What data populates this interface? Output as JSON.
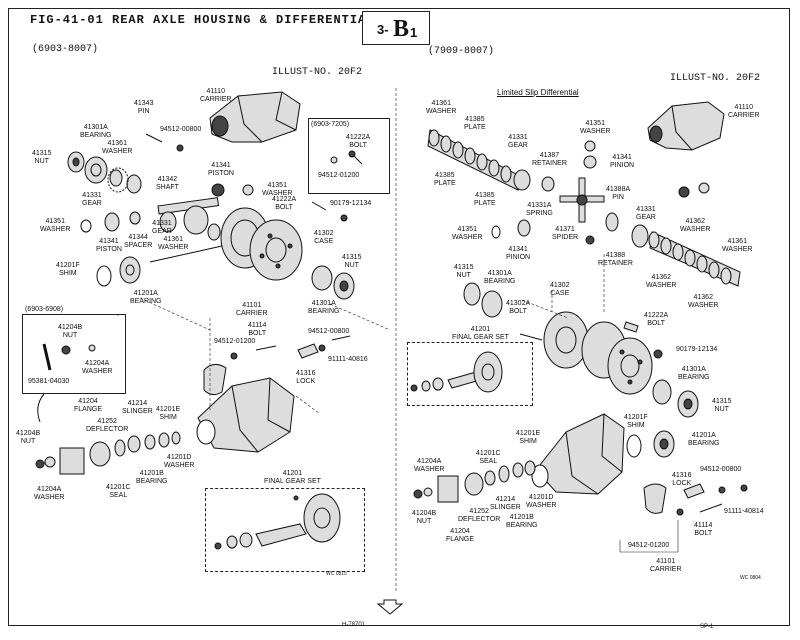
{
  "header": {
    "fig_title": "FIG-41-01 REAR AXLE HOUSING & DIFFERENTIAL",
    "code_prefix": "3-",
    "code_main": "B",
    "code_sub": "1",
    "left_range": "(6903-8007)",
    "right_range": "(7909-8007)",
    "left_illust": "ILLUST-NO. 20F2",
    "right_illust": "ILLUST-NO. 20F2"
  },
  "lsd_title": "Limited Slip Differential",
  "left_parts": [
    {
      "id": "p41343",
      "num": "41343",
      "name": "PIN"
    },
    {
      "id": "p41110",
      "num": "41110",
      "name": "CARRIER"
    },
    {
      "id": "p41301a",
      "num": "41301A",
      "name": "BEARING"
    },
    {
      "id": "p41361",
      "num": "41361",
      "name": "WASHER"
    },
    {
      "id": "p41315",
      "num": "41315",
      "name": "NUT"
    },
    {
      "id": "p94512a",
      "num": "94512-00800",
      "name": ""
    },
    {
      "id": "p41342",
      "num": "41342",
      "name": "SHAFT"
    },
    {
      "id": "p41341",
      "num": "41341",
      "name": "PISTON"
    },
    {
      "id": "p41351",
      "num": "41351",
      "name": "WASHER"
    },
    {
      "id": "p41222a",
      "num": "41222A",
      "name": "BOLT"
    },
    {
      "id": "p90179",
      "num": "90179-12134",
      "name": ""
    },
    {
      "id": "p41331",
      "num": "41331",
      "name": "GEAR"
    },
    {
      "id": "p41331b",
      "num": "41331",
      "name": "GEAR"
    },
    {
      "id": "p41351b",
      "num": "41351",
      "name": "WASHER"
    },
    {
      "id": "p41341b",
      "num": "41341",
      "name": "PISTON"
    },
    {
      "id": "p41344",
      "num": "41344",
      "name": "SPACER"
    },
    {
      "id": "p41361b",
      "num": "41361",
      "name": "WASHER"
    },
    {
      "id": "p41302",
      "num": "41302",
      "name": "CASE"
    },
    {
      "id": "p41201f",
      "num": "41201F",
      "name": "SHIM"
    },
    {
      "id": "p41201a",
      "num": "41201A",
      "name": "BEARING"
    },
    {
      "id": "p41315b",
      "num": "41315",
      "name": "NUT"
    },
    {
      "id": "p41301ab",
      "num": "41301A",
      "name": "BEARING"
    },
    {
      "id": "p41101",
      "num": "41101",
      "name": "CARRIER"
    },
    {
      "id": "p41114",
      "num": "41114",
      "name": "BOLT"
    },
    {
      "id": "p94512b",
      "num": "94512-01200",
      "name": ""
    },
    {
      "id": "p94512c",
      "num": "94512-00800",
      "name": ""
    },
    {
      "id": "p91111",
      "num": "91111-40816",
      "name": ""
    },
    {
      "id": "p41316",
      "num": "41316",
      "name": "LOCK"
    },
    {
      "id": "p41204",
      "num": "41204",
      "name": "FLANGE"
    },
    {
      "id": "p41252",
      "num": "41252",
      "name": "DEFLECTOR"
    },
    {
      "id": "p41214",
      "num": "41214",
      "name": "SLINGER"
    },
    {
      "id": "p41201e",
      "num": "41201E",
      "name": "SHIM"
    },
    {
      "id": "p41201d",
      "num": "41201D",
      "name": "WASHER"
    },
    {
      "id": "p41201b",
      "num": "41201B",
      "name": "BEARING"
    },
    {
      "id": "p41201c",
      "num": "41201C",
      "name": "SEAL"
    },
    {
      "id": "p41204b",
      "num": "41204B",
      "name": "NUT"
    },
    {
      "id": "p41204a",
      "num": "41204A",
      "name": "WASHER"
    },
    {
      "id": "p41201",
      "num": "41201",
      "name": "FINAL GEAR SET"
    }
  ],
  "left_inset_top": {
    "range": "(6903-7205)",
    "parts": [
      {
        "id": "ip41222a",
        "num": "41222A",
        "name": "BOLT"
      },
      {
        "id": "ip94512",
        "num": "94512-01200",
        "name": ""
      }
    ]
  },
  "left_inset_bottom": {
    "range": "(6903-6908)",
    "parts": [
      {
        "id": "bp41204b",
        "num": "41204B",
        "name": "NUT"
      },
      {
        "id": "bp41204a",
        "num": "41204A",
        "name": "WASHER"
      },
      {
        "id": "bp95381",
        "num": "95381-04030",
        "name": ""
      }
    ]
  },
  "right_parts": [
    {
      "id": "r41361",
      "num": "41361",
      "name": "WASHER"
    },
    {
      "id": "r41385",
      "num": "41385",
      "name": "PLATE"
    },
    {
      "id": "r41331",
      "num": "41331",
      "name": "GEAR"
    },
    {
      "id": "r41387",
      "num": "41387",
      "name": "RETAINER"
    },
    {
      "id": "r41351",
      "num": "41351",
      "name": "WASHER"
    },
    {
      "id": "r41341",
      "num": "41341",
      "name": "PINION"
    },
    {
      "id": "r41110",
      "num": "41110",
      "name": "CARRIER"
    },
    {
      "id": "r41385b",
      "num": "41385",
      "name": "PLATE"
    },
    {
      "id": "r41385c",
      "num": "41385",
      "name": "PLATE"
    },
    {
      "id": "r41331a",
      "num": "41331A",
      "name": "SPRING"
    },
    {
      "id": "r41388a",
      "num": "41388A",
      "name": "PIN"
    },
    {
      "id": "r41331b",
      "num": "41331",
      "name": "GEAR"
    },
    {
      "id": "r41351b",
      "num": "41351",
      "name": "WASHER"
    },
    {
      "id": "r41371",
      "num": "41371",
      "name": "SPIDER"
    },
    {
      "id": "r41341b",
      "num": "41341",
      "name": "PINION"
    },
    {
      "id": "r41388",
      "num": "41388",
      "name": "RETAINER"
    },
    {
      "id": "r41362",
      "num": "41362",
      "name": "WASHER"
    },
    {
      "id": "r41361b",
      "num": "41361",
      "name": "WASHER"
    },
    {
      "id": "r41362b",
      "num": "41362",
      "name": "WASHER"
    },
    {
      "id": "r41362c",
      "num": "41362",
      "name": "WASHER"
    },
    {
      "id": "r41315",
      "num": "41315",
      "name": "NUT"
    },
    {
      "id": "r41301a",
      "num": "41301A",
      "name": "BEARING"
    },
    {
      "id": "r41302",
      "num": "41302",
      "name": "CASE"
    },
    {
      "id": "r41302a",
      "num": "41302A",
      "name": "BOLT"
    },
    {
      "id": "r41222a",
      "num": "41222A",
      "name": "BOLT"
    },
    {
      "id": "r41201",
      "num": "41201",
      "name": "FINAL GEAR SET"
    },
    {
      "id": "r90179",
      "num": "90179-12134",
      "name": ""
    },
    {
      "id": "r41301ab",
      "num": "41301A",
      "name": "BEARING"
    },
    {
      "id": "r41315b",
      "num": "41315",
      "name": "NUT"
    },
    {
      "id": "r41201f",
      "num": "41201F",
      "name": "SHIM"
    },
    {
      "id": "r41201a",
      "num": "41201A",
      "name": "BEARING"
    },
    {
      "id": "r41201e",
      "num": "41201E",
      "name": "SHIM"
    },
    {
      "id": "r41201c",
      "num": "41201C",
      "name": "SEAL"
    },
    {
      "id": "r41204a",
      "num": "41204A",
      "name": "WASHER"
    },
    {
      "id": "r41316",
      "num": "41316",
      "name": "LOCK"
    },
    {
      "id": "r94512a",
      "num": "94512-00800",
      "name": ""
    },
    {
      "id": "r91111",
      "num": "91111-40814",
      "name": ""
    },
    {
      "id": "r41214",
      "num": "41214",
      "name": "SLINGER"
    },
    {
      "id": "r41201d",
      "num": "41201D",
      "name": "WASHER"
    },
    {
      "id": "r41252",
      "num": "41252",
      "name": "DEFLECTOR"
    },
    {
      "id": "r41201b",
      "num": "41201B",
      "name": "BEARING"
    },
    {
      "id": "r41204b",
      "num": "41204B",
      "name": "NUT"
    },
    {
      "id": "r41204",
      "num": "41204",
      "name": "FLANGE"
    },
    {
      "id": "r41114",
      "num": "41114",
      "name": "BOLT"
    },
    {
      "id": "r94512b",
      "num": "94512-01200",
      "name": ""
    },
    {
      "id": "r41101",
      "num": "41101",
      "name": "CARRIER"
    }
  ],
  "footer": {
    "code_left": "WC 0815",
    "code_right": "WC 0804",
    "bottom_center": "H-78701",
    "bottom_right": "SP-1"
  }
}
